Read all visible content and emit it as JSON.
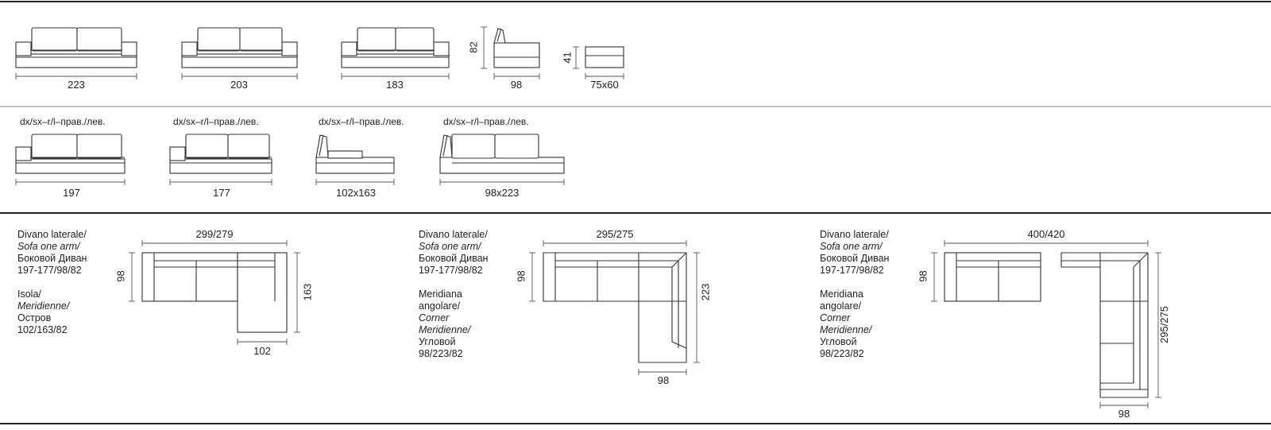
{
  "row1": {
    "items": [
      {
        "name": "sofa-223",
        "width": "223"
      },
      {
        "name": "sofa-203",
        "width": "203"
      },
      {
        "name": "sofa-183",
        "width": "183"
      },
      {
        "name": "armchair-module",
        "width": "98",
        "height": "82"
      },
      {
        "name": "pouf",
        "width": "75x60",
        "height": "41"
      }
    ]
  },
  "row2": {
    "items": [
      {
        "name": "one-arm-197",
        "label": "dx/sx–r/l–прав./лев.",
        "width": "197"
      },
      {
        "name": "one-arm-177",
        "label": "dx/sx–r/l–прав./лев.",
        "width": "177"
      },
      {
        "name": "island-chaise",
        "label": "dx/sx–r/l–прав./лев.",
        "width": "102x163"
      },
      {
        "name": "corner-chaise",
        "label": "dx/sx–r/l–прав./лев.",
        "width": "98x223"
      }
    ]
  },
  "compositions": [
    {
      "desc1": {
        "it": "Divano laterale/",
        "en": "Sofa one arm/",
        "ru": "Боковой Диван",
        "size": "197-177/98/82"
      },
      "desc2": {
        "it": "Isola/",
        "en": "Meridienne/",
        "ru": "Остров",
        "size": "102/163/82"
      },
      "width": "299/279",
      "depth": "98",
      "height": "163",
      "bottom": "102"
    },
    {
      "desc1": {
        "it": "Divano laterale/",
        "en": "Sofa one arm/",
        "ru": "Боковой Диван",
        "size": "197-177/98/82"
      },
      "desc2": {
        "it1": "Meridiana",
        "it2": "angolare/",
        "en1": "Corner",
        "en2": "Meridienne/",
        "ru": "Угловой",
        "size": "98/223/82"
      },
      "width": "295/275",
      "depth": "98",
      "height": "223",
      "bottom": "98"
    },
    {
      "desc1": {
        "it": "Divano laterale/",
        "en": "Sofa one arm/",
        "ru": "Боковой Диван",
        "size": "197-177/98/82"
      },
      "desc2": {
        "it1": "Meridiana",
        "it2": "angolare/",
        "en1": "Corner",
        "en2": "Meridienne/",
        "ru": "Угловой",
        "size": "98/223/82"
      },
      "width": "400/420",
      "depth": "98",
      "height": "295/275",
      "bottom": "98"
    }
  ]
}
